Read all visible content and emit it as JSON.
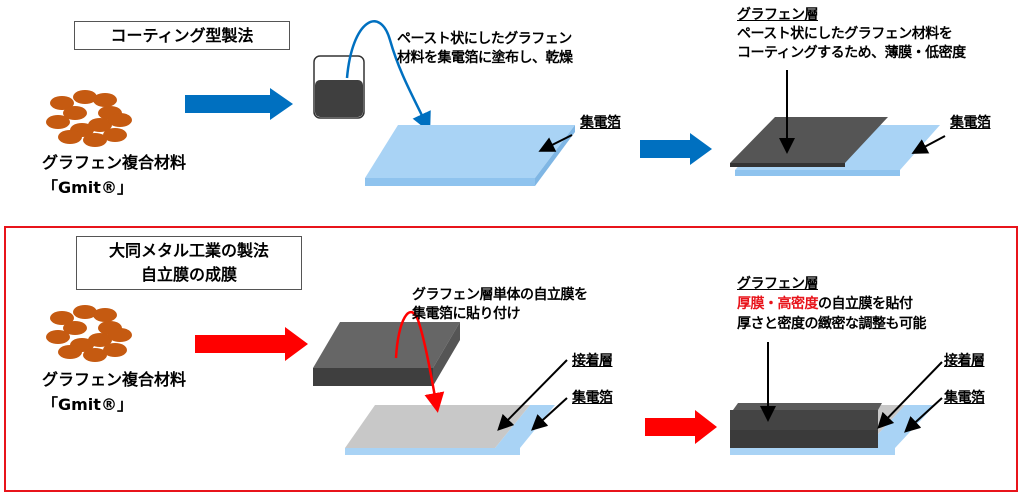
{
  "colors": {
    "blue_arrow": "#0070c0",
    "red_arrow": "#ff0000",
    "foil": "#a9d3f5",
    "graphene": "#4d4d4d",
    "adhesive": "#c8c8c8",
    "particle": "#c55a11",
    "frame": "#e8141b"
  },
  "top": {
    "title": "コーティング型製法",
    "material": {
      "line1": "グラフェン複合材料",
      "line2": "「Gmit®」"
    },
    "step_note": {
      "line1": "ペースト状にしたグラフェン",
      "line2": "材料を集電箔に塗布し、乾燥"
    },
    "foil_label": "集電箔",
    "result": {
      "heading": "グラフェン層",
      "line1": "ペースト状にしたグラフェン材料を",
      "line2": "コーティングするため、薄膜・低密度",
      "foil_label": "集電箔"
    }
  },
  "bottom": {
    "title_line1": "大同メタル工業の製法",
    "title_line2": "自立膜の成膜",
    "material": {
      "line1": "グラフェン複合材料",
      "line2": "「Gmit®」"
    },
    "step_note": {
      "line1": "グラフェン層単体の自立膜を",
      "line2": "集電箔に貼り付け"
    },
    "adhesive_label": "接着層",
    "foil_label": "集電箔",
    "result": {
      "heading": "グラフェン層",
      "line1_red": "厚膜・高密度",
      "line1_rest": "の自立膜を貼付",
      "line2": "厚さと密度の緻密な調整も可能",
      "adhesive_label": "接着層",
      "foil_label": "集電箔"
    }
  }
}
